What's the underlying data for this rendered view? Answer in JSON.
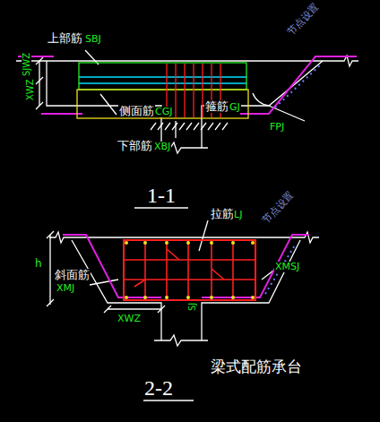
{
  "diagram": {
    "caption": "梁式配筋承台",
    "labels": [
      "上部筋",
      "SBJ",
      "SJWZ",
      "XWZ",
      "侧面筋",
      "CGJ",
      "箍筋",
      "GJ",
      "下部筋",
      "XBJ",
      "节点设置",
      "FPJ",
      "1-1",
      "拉筋",
      "LJ",
      "h",
      "斜面筋",
      "XMJ",
      "XMSJ",
      "XWZ",
      "SJ",
      "节点设置",
      "2-2"
    ]
  }
}
